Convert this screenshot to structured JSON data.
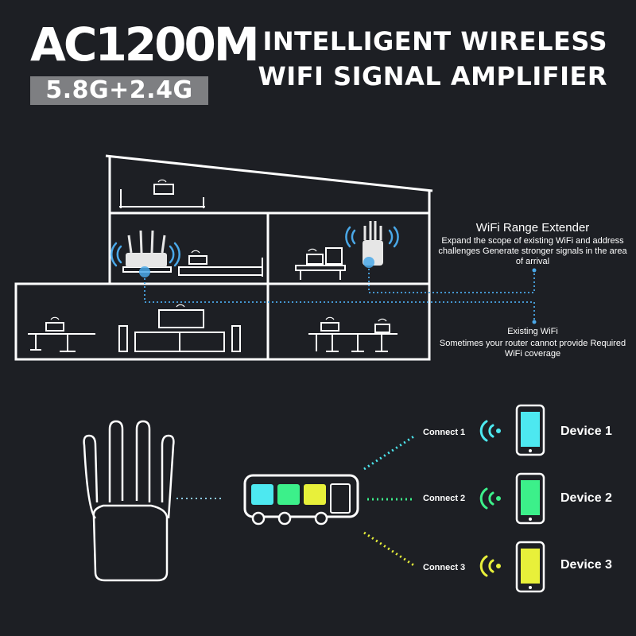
{
  "brand": {
    "model": "AC1200M",
    "band": "5.8G+2.4G"
  },
  "headline": {
    "line1": "INTELLIGENT WIRELESS",
    "line2": "WIFI SIGNAL AMPLIFIER"
  },
  "extender_note": {
    "title": "WiFi Range Extender",
    "description": "Expand the scope of existing WiFi and address challenges Generate stronger signals in the area of arrival"
  },
  "router_note": {
    "title": "Existing WiFi",
    "description": "Sometimes your router cannot provide Required WiFi coverage"
  },
  "connections": [
    {
      "label": "Connect 1",
      "device": "Device 1",
      "color": "#4de8f0"
    },
    {
      "label": "Connect 2",
      "device": "Device 2",
      "color": "#3cf08a"
    },
    {
      "label": "Connect 3",
      "device": "Device 3",
      "color": "#e8f03a"
    }
  ],
  "colors": {
    "background": "#1d1f24",
    "band": "#7e7f82",
    "signal": "#4aa8e8"
  }
}
